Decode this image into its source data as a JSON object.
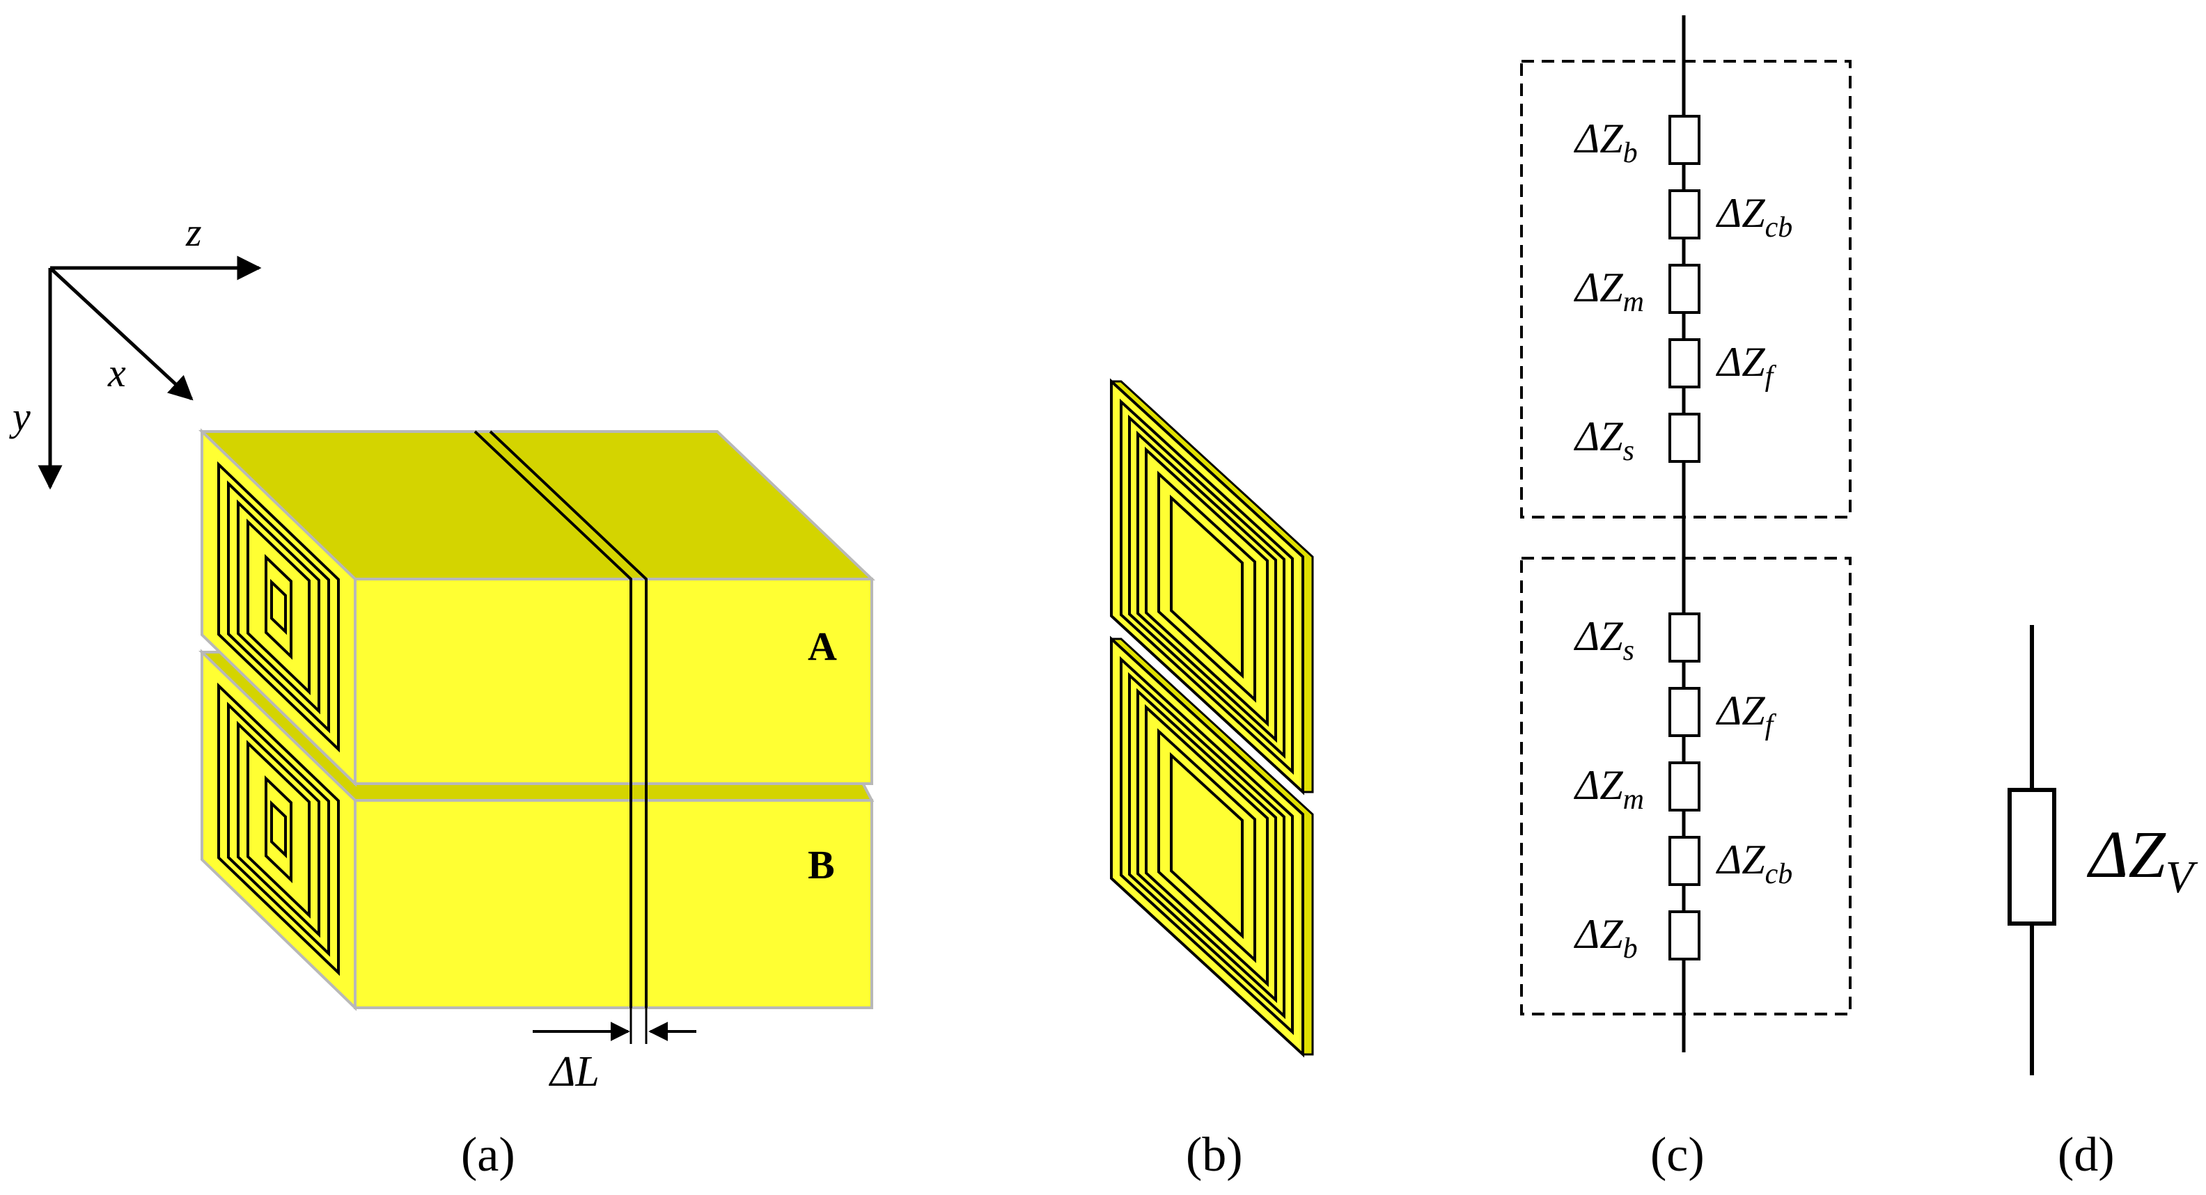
{
  "colors": {
    "block_top": "#d4d400",
    "block_front": "#ffff33",
    "block_side": "#ffff33",
    "plate_fill": "#ffff33",
    "plate_edge": "#e0e000",
    "stroke": "#000000",
    "block_outline": "#b8b8b8"
  },
  "axes": {
    "z_label": "z",
    "x_label": "x",
    "y_label": "y"
  },
  "panel_a": {
    "block_a_label": "A",
    "block_b_label": "B",
    "delta_l_label": "ΔL",
    "caption": "(a)"
  },
  "panel_b": {
    "caption": "(b)"
  },
  "panel_c": {
    "top_group": [
      {
        "base": "ΔZ",
        "sub": "b",
        "side": "left"
      },
      {
        "base": "ΔZ",
        "sub": "cb",
        "side": "right"
      },
      {
        "base": "ΔZ",
        "sub": "m",
        "side": "left"
      },
      {
        "base": "ΔZ",
        "sub": "f",
        "side": "right"
      },
      {
        "base": "ΔZ",
        "sub": "s",
        "side": "left"
      }
    ],
    "bottom_group": [
      {
        "base": "ΔZ",
        "sub": "s",
        "side": "left"
      },
      {
        "base": "ΔZ",
        "sub": "f",
        "side": "right"
      },
      {
        "base": "ΔZ",
        "sub": "m",
        "side": "left"
      },
      {
        "base": "ΔZ",
        "sub": "cb",
        "side": "right"
      },
      {
        "base": "ΔZ",
        "sub": "b",
        "side": "left"
      }
    ],
    "caption": "(c)"
  },
  "panel_d": {
    "label_base": "ΔZ",
    "label_sub": "V",
    "caption": "(d)"
  }
}
